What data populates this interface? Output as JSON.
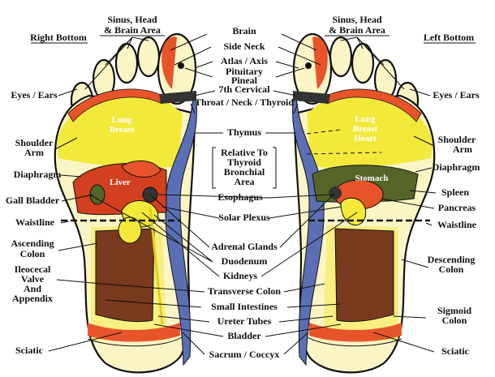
{
  "headers": {
    "right_bottom": "Right Bottom",
    "left_bottom": "Left Bottom"
  },
  "colors": {
    "base": "#fbf5c6",
    "lung": "#f3e93a",
    "zone_red": "#e8542a",
    "spine": "#5b6fb5",
    "colon": "#7a3a1e",
    "liver": "#d2401f",
    "stomach": "#556528",
    "outline": "#111111"
  },
  "labels": {
    "sinus_l": [
      "Sinus, Head",
      "& Brain Area"
    ],
    "sinus_r": [
      "Sinus, Head",
      "& Brain Area"
    ],
    "brain": "Brain",
    "side_neck": "Side Neck",
    "atlas": "Atlas / Axis",
    "pituitary": [
      "Pituitary",
      "Pineal"
    ],
    "cervical": "7th Cervical",
    "throat": "Throat / Neck / Thyroid",
    "eyes_l": "Eyes / Ears",
    "eyes_r": "Eyes / Ears",
    "shoulder_l": [
      "Shoulder",
      "Arm"
    ],
    "shoulder_r": [
      "Shoulder",
      "Arm"
    ],
    "thymus": "Thymus",
    "relative": [
      "Relative To",
      "Thyroid",
      "Bronchial",
      "Area"
    ],
    "diaphragm_l": "Diaphragm",
    "diaphragm_r": "Diaphragm",
    "gall": "Gall Bladder",
    "esophagus": "Esophagus",
    "spleen": "Spleen",
    "solar": "Solar Plexus",
    "pancreas": "Pancreas",
    "waist_l": "Waistline",
    "waist_r": "Waistline",
    "ascending": [
      "Ascending",
      "Colon"
    ],
    "adrenal": "Adrenal Glands",
    "duodenum": "Duodenum",
    "kidneys": "Kidneys",
    "descending": [
      "Descending",
      "Colon"
    ],
    "ileocecal": [
      "Ileocecal",
      "Valve",
      "And",
      "Appendix"
    ],
    "transverse": "Transverse Colon",
    "small_int": "Small Intestines",
    "ureter": "Ureter Tubes",
    "sigmoid": [
      "Sigmoid",
      "Colon"
    ],
    "bladder": "Bladder",
    "sacrum": "Sacrum / Coccyx",
    "sciatic_l": "Sciatic",
    "sciatic_r": "Sciatic"
  },
  "organs": {
    "lung_l": [
      "Lung",
      "Breast"
    ],
    "lung_r": [
      "Lung",
      "Breast",
      "Heart"
    ],
    "liver": "Liver",
    "stomach": "Stomach"
  }
}
